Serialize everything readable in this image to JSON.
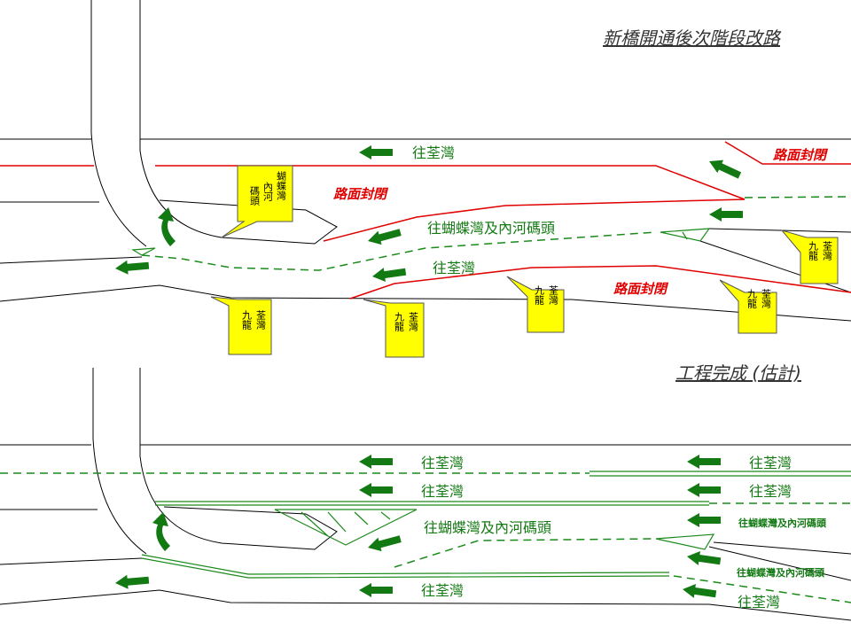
{
  "top": {
    "title": "新橋開通後次階段改路",
    "to_tsuen_wan_1": "往荃灣",
    "to_tsuen_wan_2": "往荃灣",
    "to_butterfly": "往蝴蝶灣及內河碼頭",
    "road_closed_1": "路面封閉",
    "road_closed_2": "路面封閉",
    "road_closed_3": "路面封閉",
    "callout_butterfly": [
      "蝴蝶灣",
      "內河",
      "碼頭"
    ],
    "callout_tw_kln": [
      "荃灣",
      "九龍"
    ]
  },
  "bottom": {
    "title": "工程完成 (估計)",
    "left_1": "往荃灣",
    "left_2": "往荃灣",
    "left_3": "往蝴蝶灣及內河碼頭",
    "left_4": "往荃灣",
    "right_1": "往荃灣",
    "right_2": "往荃灣",
    "right_3": "往蝴蝶灣及內河碼頭",
    "right_4": "往蝴蝶灣及內河碼頭",
    "right_5": "往荃灣"
  },
  "colors": {
    "closure": "#e00000",
    "direction": "#137a13",
    "callout": "#ffff00"
  }
}
